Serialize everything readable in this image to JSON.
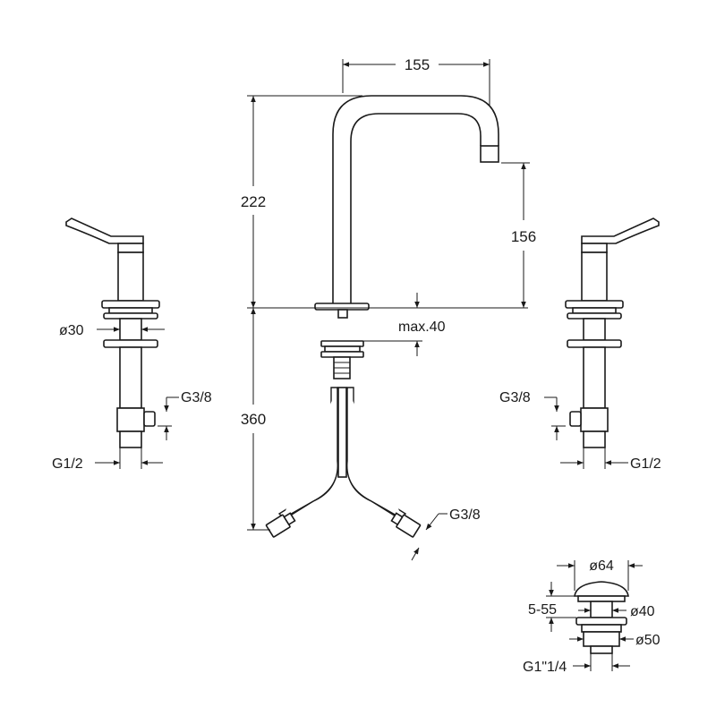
{
  "dimensions": {
    "spout_reach": "155",
    "spout_height": "222",
    "outlet_height": "156",
    "max_deck": "max.40",
    "below_deck": "360",
    "handle_diameter": "ø30",
    "left_outlet_thread": "G3/8",
    "left_inlet_thread": "G1/2",
    "right_outlet_thread": "G3/8",
    "right_inlet_thread": "G1/2",
    "hose_thread": "G3/8",
    "waste_top_diameter": "ø64",
    "waste_range": "5-55",
    "waste_mid_diameter": "ø40",
    "waste_low_diameter": "ø50",
    "waste_thread": "G1\"1/4"
  }
}
